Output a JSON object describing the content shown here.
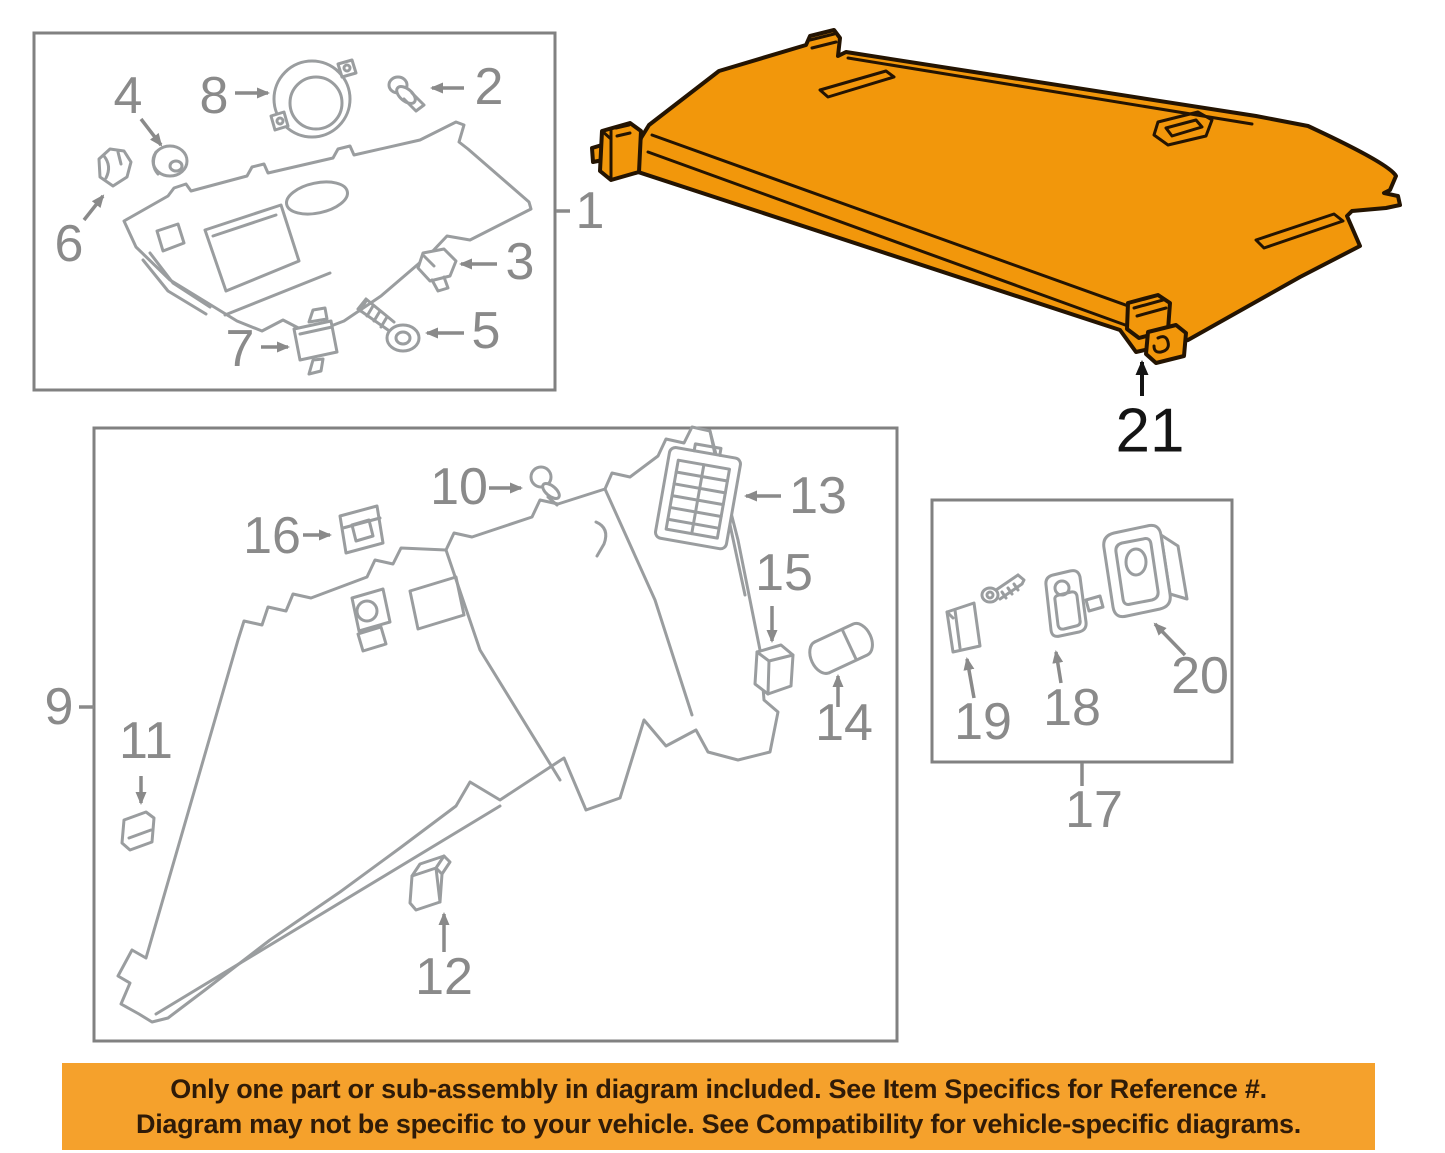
{
  "diagram": {
    "title": "Interior trim / quarter panel parts diagram",
    "callouts": [
      "1",
      "2",
      "3",
      "4",
      "5",
      "6",
      "7",
      "8",
      "9",
      "10",
      "11",
      "12",
      "13",
      "14",
      "15",
      "16",
      "17",
      "18",
      "19",
      "20",
      "21"
    ],
    "highlighted_callout": "21",
    "groups": [
      {
        "name": "upper-quarter-trim-group",
        "callouts": [
          "1",
          "2",
          "3",
          "4",
          "5",
          "6",
          "7",
          "8"
        ]
      },
      {
        "name": "lower-quarter-trim-group",
        "callouts": [
          "9",
          "10",
          "11",
          "12",
          "13",
          "14",
          "15",
          "16"
        ]
      },
      {
        "name": "bracket-group",
        "callouts": [
          "17",
          "18",
          "19",
          "20"
        ]
      },
      {
        "name": "cargo-cover",
        "callouts": [
          "21"
        ]
      }
    ]
  },
  "banner": {
    "line1": "Only one part or sub-assembly in diagram included. See Item Specifics for Reference #.",
    "line2": "Diagram may not be specific to your vehicle. See Compatibility for vehicle-specific diagrams."
  },
  "colors": {
    "highlight_orange": "#F2970B",
    "banner_orange": "#F5A12C",
    "banner_text": "#2F1B08",
    "line_art_gray": "#9A9D9F",
    "label_gray": "#8A8A8A",
    "label_black": "#141414",
    "box_border_gray": "#818181"
  }
}
